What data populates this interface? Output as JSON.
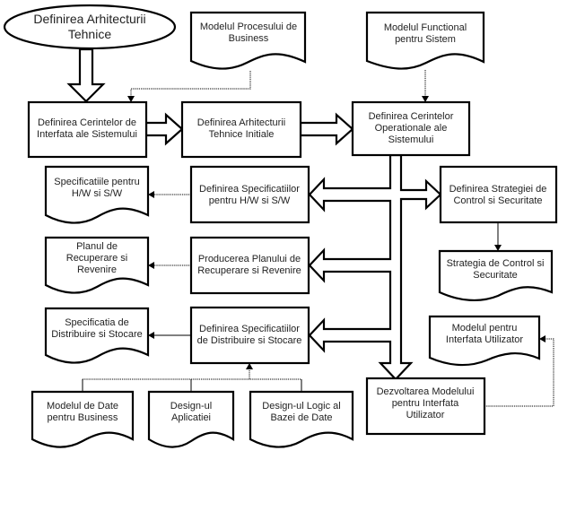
{
  "diagram": {
    "start": {
      "line1": "Definirea Arhitecturii",
      "line2": "Tehnice"
    },
    "docs": {
      "process_model": {
        "line1": "Modelul Procesului de",
        "line2": "Business"
      },
      "functional_model": {
        "line1": "Modelul Functional",
        "line2": "pentru Sistem"
      },
      "hw_sw_specs": {
        "line1": "Specificatiile pentru",
        "line2": "H/W si S/W"
      },
      "recovery_plan": {
        "line1": "Planul de",
        "line2": "Recuperare si",
        "line3": "Revenire"
      },
      "distribution_spec": {
        "line1": "Specificatia de",
        "line2": "Distribuire si Stocare"
      },
      "security_strategy": {
        "line1": "Strategia de Control si",
        "line2": "Securitate"
      },
      "ui_model": {
        "line1": "Modelul pentru",
        "line2": "Interfata Utilizator"
      },
      "business_data_model": {
        "line1": "Modelul de Date",
        "line2": "pentru Business"
      },
      "application_design": {
        "line1": "Design-ul",
        "line2": "Aplicatiei"
      },
      "logical_db_design": {
        "line1": "Design-ul Logic al",
        "line2": "Bazei de Date"
      }
    },
    "processes": {
      "interface_requirements": {
        "line1": "Definirea Cerintelor de",
        "line2": "Interfata ale Sistemului"
      },
      "initial_architecture": {
        "line1": "Definirea Arhitecturii",
        "line2": "Tehnice Initiale"
      },
      "operational_requirements": {
        "line1": "Definirea Cerintelor",
        "line2": "Operationale ale",
        "line3": "Sistemului"
      },
      "hw_sw_specs_def": {
        "line1": "Definirea Specificatiilor",
        "line2": "pentru H/W si S/W"
      },
      "security_strategy_def": {
        "line1": "Definirea Strategiei de",
        "line2": "Control si Securitate"
      },
      "recovery_plan_prod": {
        "line1": "Producerea Planului de",
        "line2": "Recuperare si Revenire"
      },
      "distribution_spec_def": {
        "line1": "Definirea Specificatiilor",
        "line2": "de Distribuire si Stocare"
      },
      "ui_model_dev": {
        "line1": "Dezvoltarea Modelului",
        "line2": "pentru Interfata",
        "line3": "Utilizator"
      }
    }
  }
}
